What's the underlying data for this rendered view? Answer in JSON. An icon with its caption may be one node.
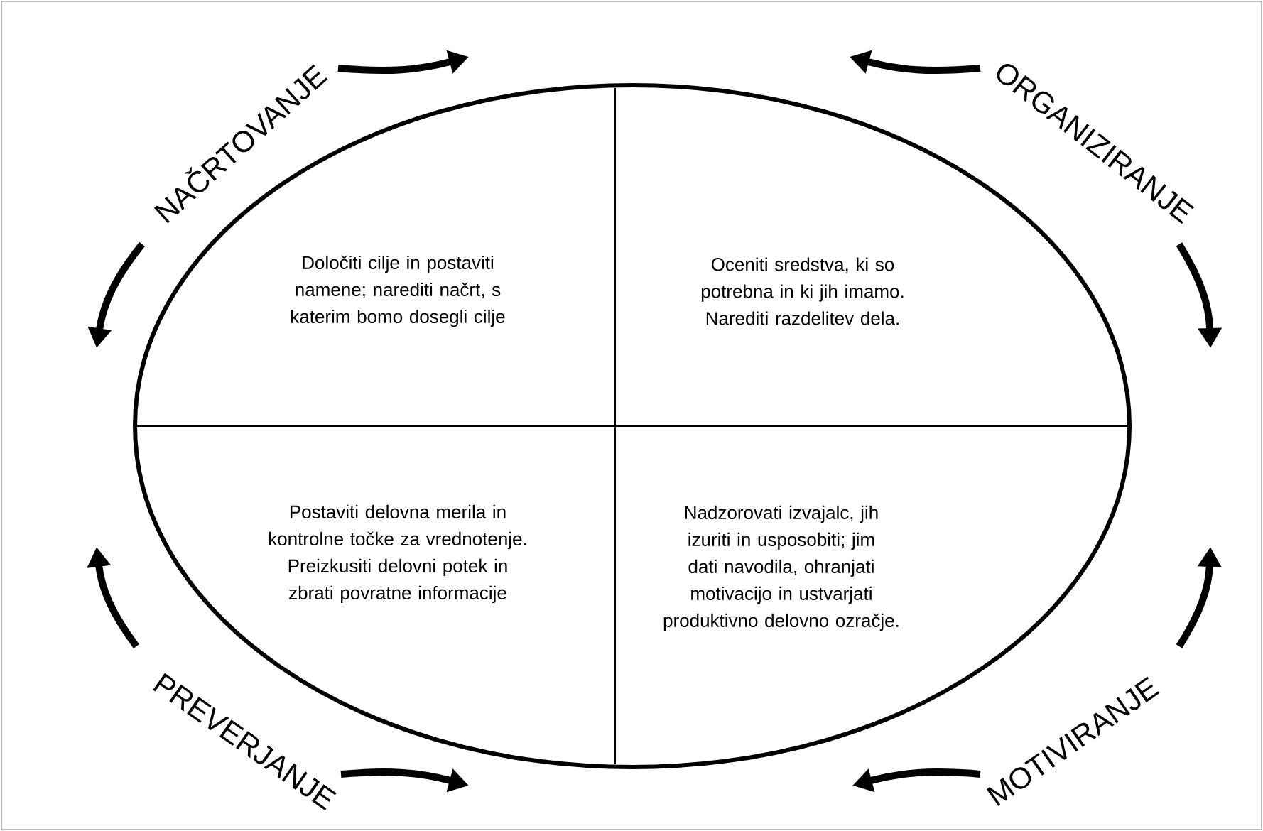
{
  "diagram": {
    "nodes": [
      {
        "text": [],
        "shape": "ellipse"
      },
      {
        "text": [
          "Določiti cilje in postaviti namene; narediti načrt, s katerim bomo dosegli cilje"
        ],
        "in": 0
      },
      {
        "text": [
          "Oceniti sredstva, ki so potrebna in ki jih imamo. Narediti razdelitev dela."
        ],
        "in": 0
      },
      {
        "text": [
          "Postaviti delovna merila in kontrolne točke za vrednotenje. Preizkusiti delovni potek in zbrati povratne informacije"
        ],
        "in": 0
      },
      {
        "text": [
          "Nadzorovati izvajalc, jih izuriti in usposobiti; jim dati navodila, ohranjati motivacijo in ustvarjati produktivno delovno ozračje."
        ],
        "in": 0
      }
    ],
    "edges": [],
    "labels": [
      "NAČRTOVANJE",
      "ORGANIZIRANJE",
      "PREVERJANJE",
      "MOTIVIRANJE"
    ]
  }
}
